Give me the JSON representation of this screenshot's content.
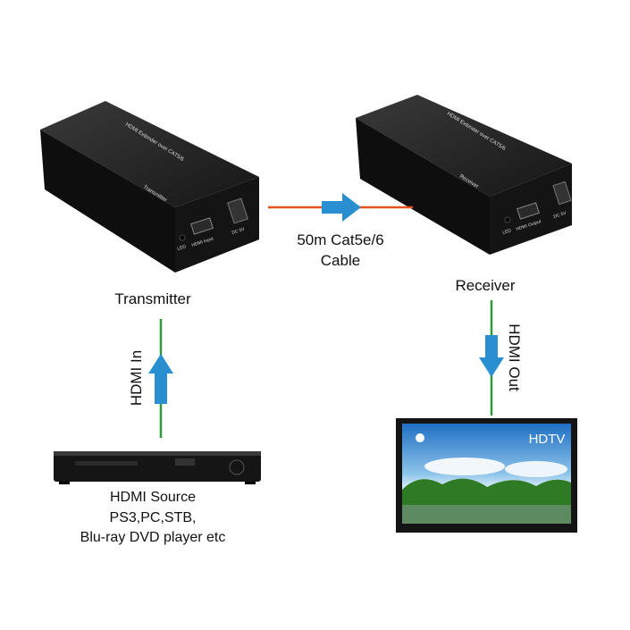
{
  "transmitter": {
    "label": "Transmitter",
    "top_text": "HDMI Extender over CAT5/6",
    "side_text": "Transmitter",
    "led": "LED",
    "port": "HDMI Input",
    "power": "DC 5V"
  },
  "receiver": {
    "label": "Receiver",
    "top_text": "HDMI Extender over CAT5/6",
    "side_text": "Receiver",
    "led": "LED",
    "port": "HDMI Output",
    "power": "DC 5V"
  },
  "cable": {
    "line1": "50m Cat5e/6",
    "line2": "Cable"
  },
  "hdmi_in": "HDMI In",
  "hdmi_out": "HDMI Out",
  "source": {
    "line1": "HDMI Source",
    "line2": "PS3,PC,STB,",
    "line3": "Blu-ray DVD player etc"
  },
  "tv": {
    "label": "HDTV"
  },
  "colors": {
    "cable": "#e2541c",
    "hdmi_line": "#2e9a3a",
    "arrow": "#2a8fd0",
    "device": "#1a1a1a"
  }
}
